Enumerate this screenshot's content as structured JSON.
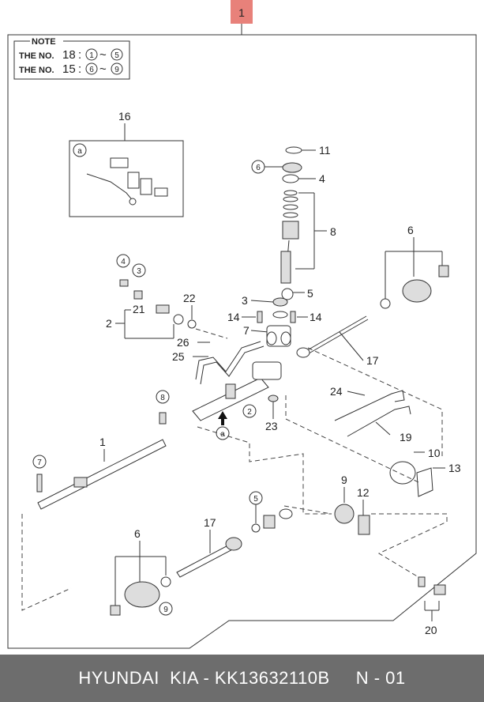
{
  "diagram": {
    "main_label": "1",
    "note": {
      "title": "NOTE",
      "row1_prefix": "THE NO.",
      "row1_num": "18",
      "row1_sep": ":",
      "row1_from": "1",
      "row1_tilde": "~",
      "row1_to": "5",
      "row2_prefix": "THE NO.",
      "row2_num": "15",
      "row2_sep": ":",
      "row2_from": "6",
      "row2_tilde": "~",
      "row2_to": "9"
    },
    "callouts": {
      "c16": "16",
      "c11": "11",
      "c6a": "6",
      "c4a": "4",
      "c8a": "8",
      "c4b": "4",
      "c3a": "3",
      "c21": "21",
      "c2a": "2",
      "c22": "22",
      "c3b": "3",
      "c5a": "5",
      "c14a": "14",
      "c14b": "14",
      "c7": "7",
      "c6b": "6",
      "c26": "26",
      "c25": "25",
      "c17a": "17",
      "c2b": "2",
      "c8b": "8",
      "c24": "24",
      "c23": "23",
      "c19": "19",
      "c1": "1",
      "c10": "10",
      "c7b": "7",
      "c13": "13",
      "c9a": "9",
      "c12": "12",
      "c5b": "5",
      "c17b": "17",
      "c6c": "6",
      "c9b": "9",
      "c20": "20"
    },
    "detail_letter": "a",
    "detail_letter_b": "a"
  },
  "footer": {
    "text": "HYUNDAI  KIA - KK13632110B     N - 01"
  },
  "colors": {
    "footer_bg": "#6d6d6d",
    "main_label_bg": "#e8817a",
    "line": "#333333"
  }
}
